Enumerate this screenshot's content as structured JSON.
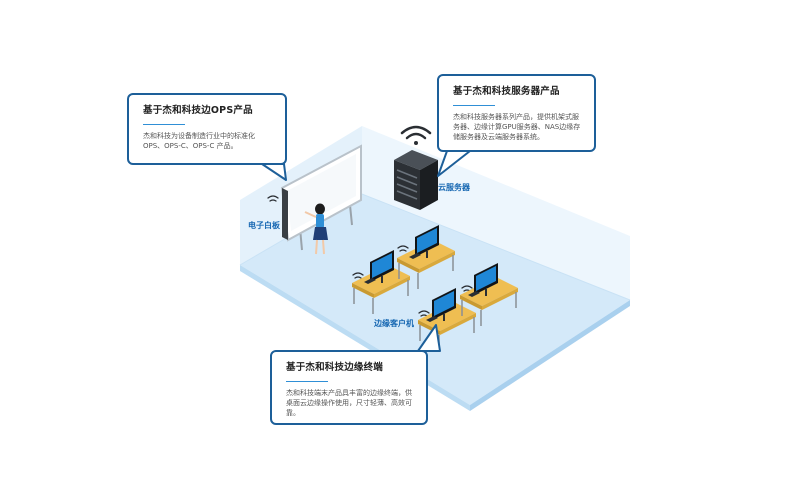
{
  "callouts": {
    "ops": {
      "title": "基于杰和科技边OPS产品",
      "desc": "杰和科技为设备制造行业中的标准化OPS、OPS-C、OPS-C 产品。"
    },
    "server": {
      "title": "基于杰和科技服务器产品",
      "desc": "杰和科技服务器系列产品，提供机架式服务器、边缘计算GPU服务器、NAS边缘存储服务器及云端服务器系统。"
    },
    "edge": {
      "title": "基于杰和科技边缘终端",
      "desc": "杰和科技端末产品具丰富的边缘终端，供桌面云边缘操作使用，尺寸轻薄、高效可靠。"
    }
  },
  "labels": {
    "whiteboard": "电子白板",
    "cloud_server": "云服务器",
    "edge_client": "边缘客户机"
  },
  "colors": {
    "accent": "#1d5f99",
    "label": "#1667b2",
    "floor": "#d6ebfa",
    "wall": "#e6f3fc",
    "desk": "#e9b546"
  }
}
